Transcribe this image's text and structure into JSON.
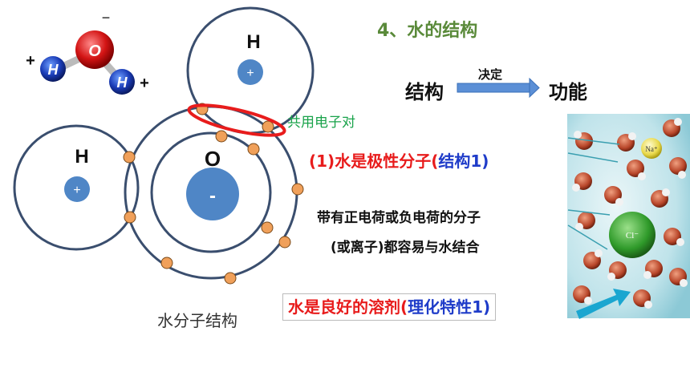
{
  "title": "4、水的结构",
  "flow": {
    "structure": "结构",
    "determines": "决定",
    "function": "功能"
  },
  "shared_pair_label": "共用电子对",
  "polar": {
    "part1": "(1)水是极性分子(",
    "part2": "结构1)"
  },
  "charged_line1": "带有正电荷或负电荷的分子",
  "charged_line2": "(或离子)都容易与水结合",
  "solvent": {
    "part1": "水是良好的溶剂(",
    "part2": "理化特性1)"
  },
  "caption": "水分子结构",
  "molecule_model": {
    "O": "O",
    "H1": "H",
    "H2": "H",
    "minus": "−",
    "plus1": "+",
    "plus2": "+"
  },
  "atoms": {
    "H_top": "H",
    "H_left": "H",
    "O": "O",
    "plus_top": "+",
    "plus_left": "+",
    "minus_o": "-"
  },
  "ions": {
    "na": "Na⁺",
    "cl": "Cl⁻"
  },
  "colors": {
    "title_green": "#5a8a3a",
    "red": "#e81c1c",
    "blue": "#1f3cc9",
    "electron": "#f0a05a",
    "nucleus": "#4f86c6",
    "orbit": "#3a4e6e"
  }
}
